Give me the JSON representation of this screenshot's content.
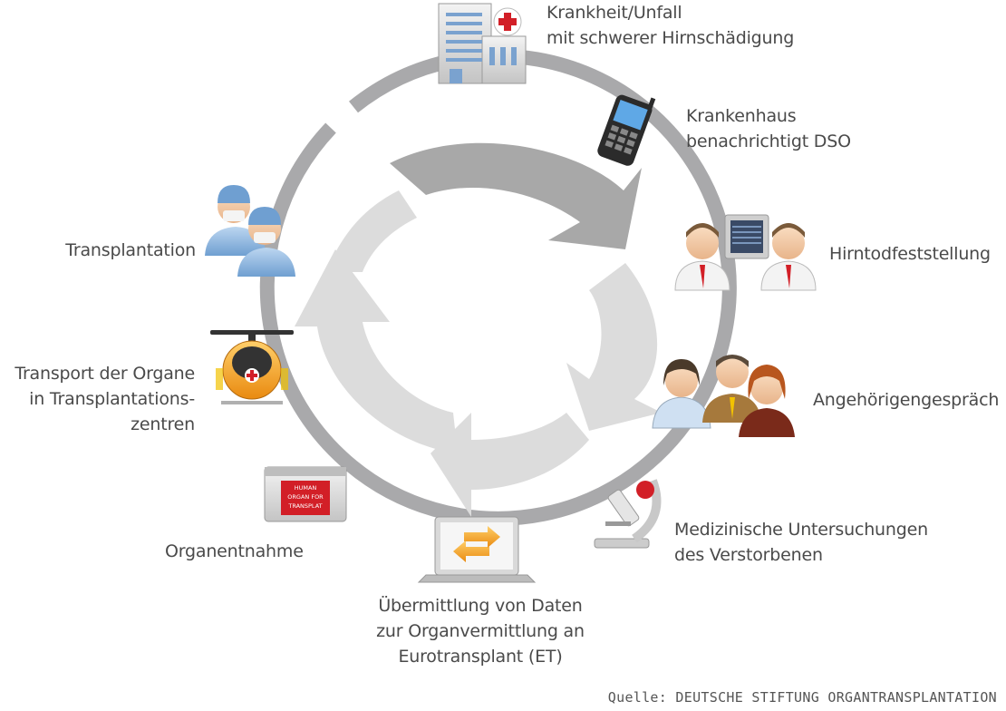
{
  "steps": [
    {
      "lines": [
        "Krankheit/Unfall",
        "mit schwerer Hirnschädigung"
      ]
    },
    {
      "lines": [
        "Krankenhaus",
        "benachrichtigt DSO"
      ]
    },
    {
      "lines": [
        "Hirntodfeststellung"
      ]
    },
    {
      "lines": [
        "Angehörigengespräch"
      ]
    },
    {
      "lines": [
        "Medizinische Untersuchungen",
        "des Verstorbenen"
      ]
    },
    {
      "lines": [
        "Übermittlung von Daten",
        "zur Organvermittlung an",
        "Eurotransplant (ET)"
      ]
    },
    {
      "lines": [
        "Organentnahme"
      ]
    },
    {
      "lines": [
        "Transport der Organe",
        "in Transplantations-",
        "zentren"
      ]
    },
    {
      "lines": [
        "Transplantation"
      ]
    }
  ],
  "box_label": [
    "HUMAN",
    "ORGAN FOR",
    "TRANSPLAT"
  ],
  "source": "Quelle: DEUTSCHE STIFTUNG ORGANTRANSPLANTATION",
  "colors": {
    "ring": "#a9a9ab",
    "arrow_dark": "#a8a8a8",
    "arrow_light": "#dcdcdc",
    "text": "#4a4a4a",
    "red": "#d21f27",
    "orange": "#f29a1f"
  }
}
